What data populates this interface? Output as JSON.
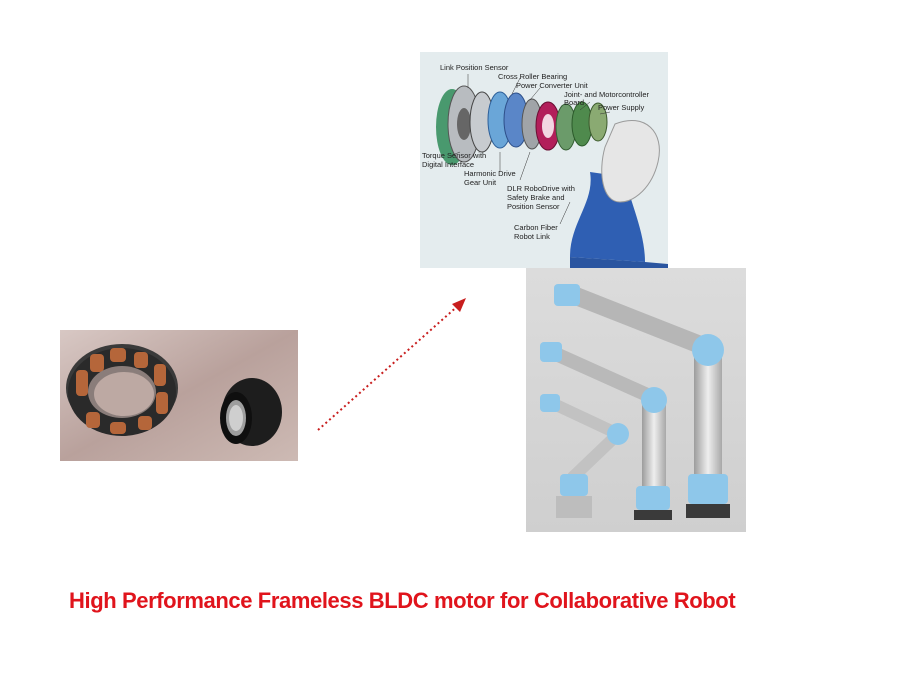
{
  "caption": "High Performance Frameless BLDC motor for Collaborative Robot",
  "exploded_view": {
    "labels": {
      "link_position_sensor": "Link Position Sensor",
      "cross_roller_bearing": "Cross Roller Bearing",
      "power_converter_unit": "Power Converter Unit",
      "joint_controller_1": "Joint- and Motorcontroller",
      "joint_controller_2": "Board",
      "power_supply": "Power Supply",
      "torque_sensor_1": "Torque Sensor with",
      "torque_sensor_2": "Digital Interface",
      "harmonic_drive_1": "Harmonic Drive",
      "harmonic_drive_2": "Gear Unit",
      "robodrive_1": "DLR RoboDrive with",
      "robodrive_2": "Safety Brake and",
      "robodrive_3": "Position Sensor",
      "carbon_fiber_1": "Carbon Fiber",
      "carbon_fiber_2": "Robot Link"
    }
  },
  "colors": {
    "caption": "#e0141c",
    "arrow": "#c81e1e",
    "robot_link_blue": "#2f5fb3",
    "joint_cap_blue": "#8ec7ea"
  }
}
